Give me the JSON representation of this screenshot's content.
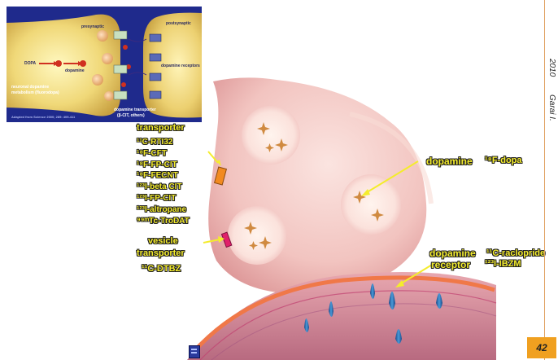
{
  "inset": {
    "labels": {
      "presynaptic": "presynaptic",
      "postsynaptic": "postsynaptic",
      "dopa": "DOPA",
      "dopamine": "dopamine",
      "metabolism_1": "neuronal dopamine",
      "metabolism_2": "metabolism (fluorodopa)",
      "receptors": "dopamine receptors",
      "transporter_1": "dopamine transporter",
      "transporter_2": "(β-CIT, others)",
      "credit": "Adapted from Science 2000; 289: 409-411"
    }
  },
  "margin": {
    "year": "2010",
    "author": "Garai I.",
    "page_number": "42"
  },
  "labels": {
    "transporter_heading": "transporter",
    "tracers": [
      "¹¹C-RTI32",
      "¹⁸F-CFT",
      "¹⁸F-FP-CIT",
      "¹⁸F-FECNT",
      "¹²³I-beta CIT",
      "¹²³I-FP-CIT",
      "¹²³I-altropane",
      "⁹⁹ᵐTc-TroDAT"
    ],
    "vesicle_1": "vesicle",
    "vesicle_2": "transporter",
    "vesicle_tracer": "¹¹C-DTBZ",
    "dopamine": "dopamine",
    "dopamine_tracer": "¹⁸F-dopa",
    "receptor_1": "dopamine",
    "receptor_2": "receptor",
    "raclopride": "¹¹C-raclopride",
    "ibzm": "¹²³I-IBZM"
  },
  "colors": {
    "inset_bg": "#1f2a8c",
    "terminal": "#f2c8c4",
    "label_yellow": "#f4ec2c",
    "page_badge": "#f0a020"
  }
}
